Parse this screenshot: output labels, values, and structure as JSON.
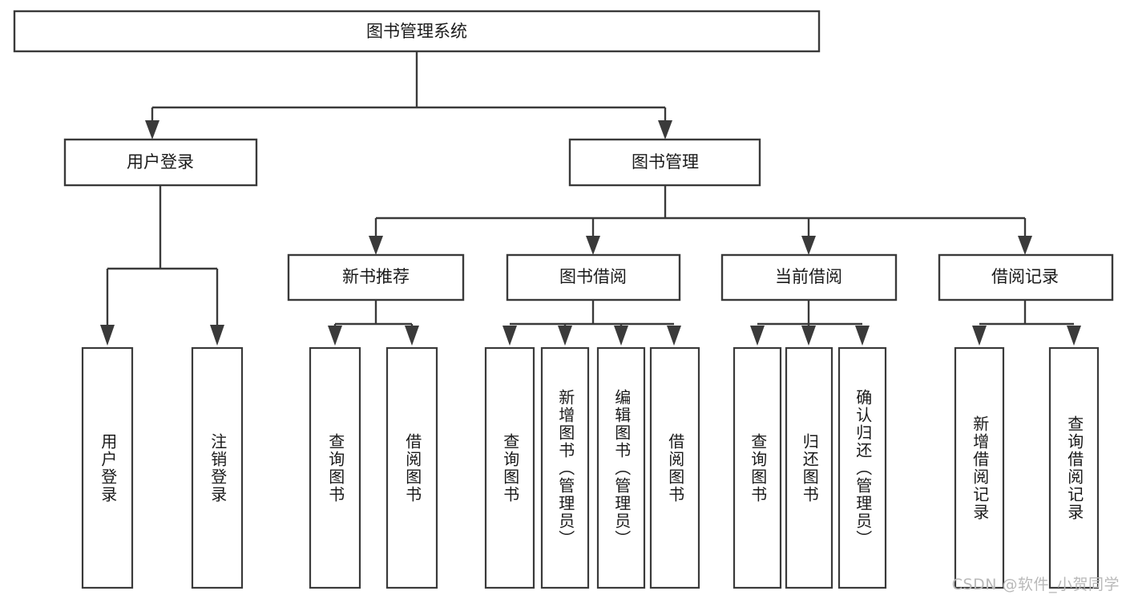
{
  "diagram": {
    "title": "图书管理系统",
    "type": "tree",
    "orientation": "top-down",
    "colors": {
      "box_stroke": "#3a3a3a",
      "box_fill": "#ffffff",
      "line": "#3a3a3a",
      "text": "#1a1a1a",
      "watermark": "#b9b9b9",
      "background": "#ffffff"
    },
    "root": {
      "label": "图书管理系统"
    },
    "level2": [
      {
        "id": "user-login",
        "label": "用户登录"
      },
      {
        "id": "book-manage",
        "label": "图书管理"
      }
    ],
    "level3": [
      {
        "id": "new-book-recommend",
        "label": "新书推荐",
        "parent": "book-manage"
      },
      {
        "id": "book-borrow",
        "label": "图书借阅",
        "parent": "book-manage"
      },
      {
        "id": "current-borrow",
        "label": "当前借阅",
        "parent": "book-manage"
      },
      {
        "id": "borrow-record",
        "label": "借阅记录",
        "parent": "book-manage"
      }
    ],
    "leaves": [
      {
        "id": "leaf-user-login",
        "label": "用户登录",
        "parent": "user-login"
      },
      {
        "id": "leaf-logout-login",
        "label": "注销登录",
        "parent": "user-login"
      },
      {
        "id": "leaf-query-book-1",
        "label": "查询图书",
        "parent": "new-book-recommend"
      },
      {
        "id": "leaf-borrow-book-1",
        "label": "借阅图书",
        "parent": "new-book-recommend"
      },
      {
        "id": "leaf-query-book-2",
        "label": "查询图书",
        "parent": "book-borrow"
      },
      {
        "id": "leaf-add-book",
        "label": "新增图书（管理员）",
        "parent": "book-borrow"
      },
      {
        "id": "leaf-edit-book",
        "label": "编辑图书（管理员）",
        "parent": "book-borrow"
      },
      {
        "id": "leaf-borrow-book-2",
        "label": "借阅图书",
        "parent": "book-borrow"
      },
      {
        "id": "leaf-query-book-3",
        "label": "查询图书",
        "parent": "current-borrow"
      },
      {
        "id": "leaf-return-book",
        "label": "归还图书",
        "parent": "current-borrow"
      },
      {
        "id": "leaf-confirm-return",
        "label": "确认归还（管理员）",
        "parent": "current-borrow"
      },
      {
        "id": "leaf-add-record",
        "label": "新增借阅记录",
        "parent": "borrow-record"
      },
      {
        "id": "leaf-query-record",
        "label": "查询借阅记录",
        "parent": "borrow-record"
      }
    ],
    "watermark": "CSDN @软件_小贺同学"
  }
}
